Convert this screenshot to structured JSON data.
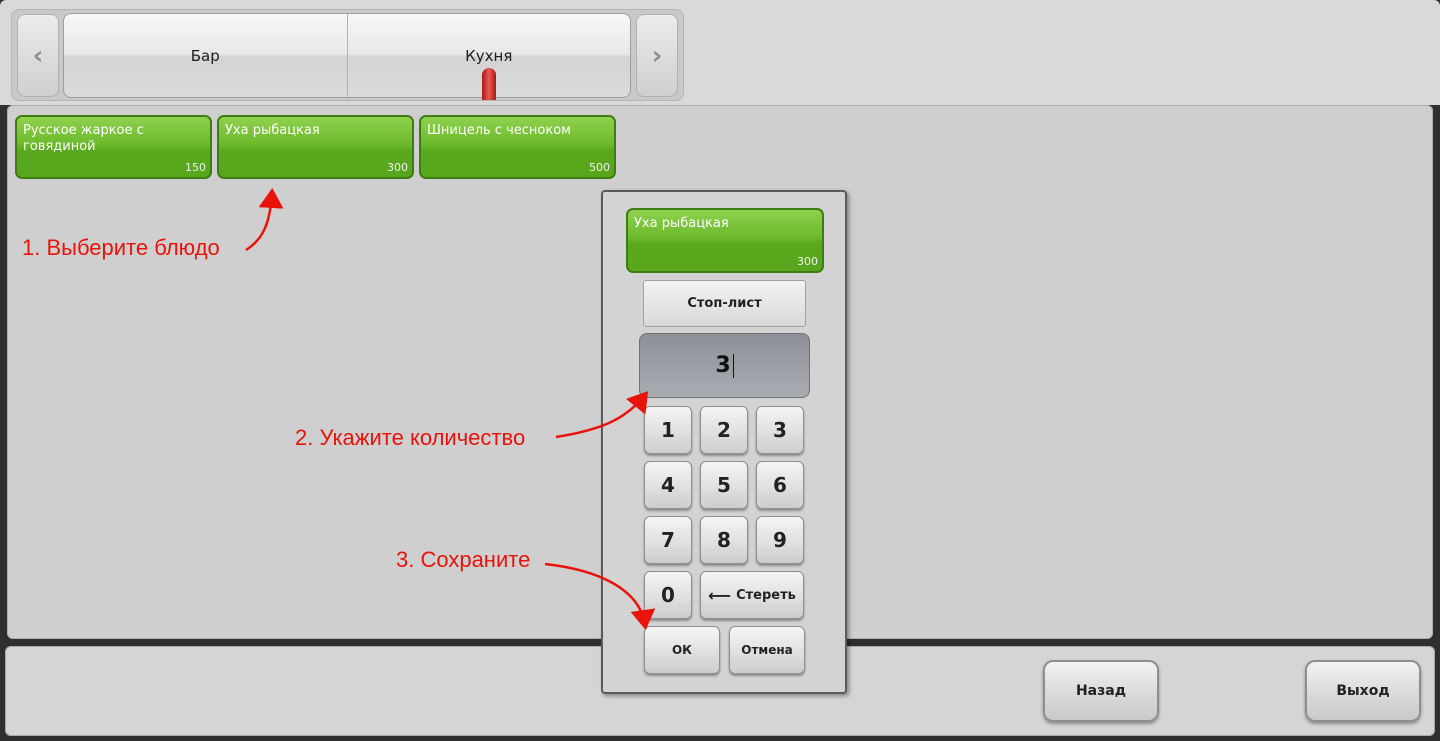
{
  "categories": {
    "prev_icon": "chevron-left-icon",
    "next_icon": "chevron-right-icon",
    "prev_glyph": "‹",
    "next_glyph": "›",
    "tabs": [
      {
        "label": "Бар"
      },
      {
        "label": "Кухня"
      }
    ],
    "active_tab": "Кухня"
  },
  "menu": {
    "dishes": [
      {
        "name": "Русское жаркое с говядиной",
        "price": "150"
      },
      {
        "name": "Уха рыбацкая",
        "price": "300"
      },
      {
        "name": "Шницель с чесноком",
        "price": "500"
      }
    ],
    "dish_color": "#6cba2c"
  },
  "dialog": {
    "selected_dish": {
      "name": "Уха рыбацкая",
      "price": "300"
    },
    "stop_list_label": "Стоп-лист",
    "quantity": "3",
    "keys": [
      "1",
      "2",
      "3",
      "4",
      "5",
      "6",
      "7",
      "8",
      "9",
      "0"
    ],
    "erase_label": "Стереть",
    "erase_glyph": "⟵",
    "ok_label": "ОК",
    "cancel_label": "Отмена"
  },
  "footer": {
    "back_label": "Назад",
    "exit_label": "Выход"
  },
  "annotations": {
    "step1": "1. Выберите блюдо",
    "step2": "2. Укажите количество",
    "step3": "3. Сохраните",
    "color": "#e8140c"
  }
}
